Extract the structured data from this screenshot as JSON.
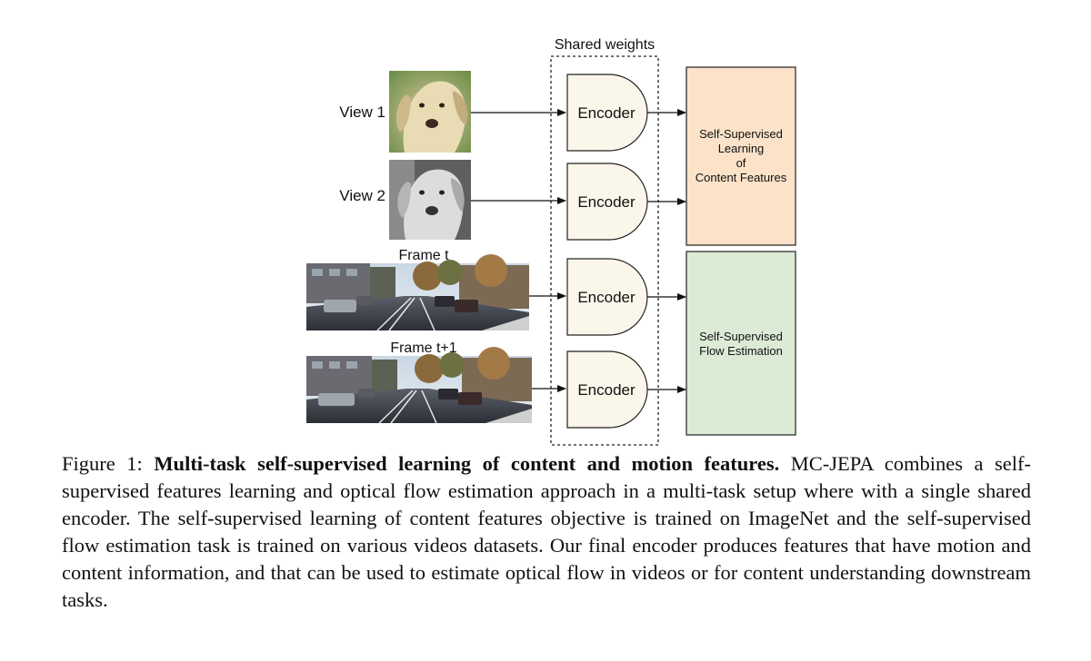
{
  "figure": {
    "shared_weights_label": "Shared weights",
    "view1_label": "View 1",
    "view2_label": "View 2",
    "frame_t_label": "Frame t",
    "frame_t1_label": "Frame t+1",
    "encoder_labels": [
      "Encoder",
      "Encoder",
      "Encoder",
      "Encoder"
    ],
    "content_box_lines": [
      "Self-Supervised",
      "Learning",
      "of",
      "Content Features"
    ],
    "flow_box_lines": [
      "Self-Supervised",
      "Flow Estimation"
    ],
    "colors": {
      "encoder_fill": "#fbf6ea",
      "content_box_fill": "#fbe2c8",
      "flow_box_fill": "#dcebd6"
    }
  },
  "caption": {
    "prefix": "Figure 1: ",
    "title": "Multi-task self-supervised learning of content and motion features.",
    "body": " MC-JEPA combines a self-supervised features learning and optical flow estimation approach in a multi-task setup where with a single shared encoder.  The self-supervised learning of content features objective is trained on ImageNet and the self-supervised flow estimation task is trained on various videos datasets. Our final encoder produces features that have motion and content information, and that can be used to estimate optical flow in videos or for content understanding downstream tasks."
  }
}
